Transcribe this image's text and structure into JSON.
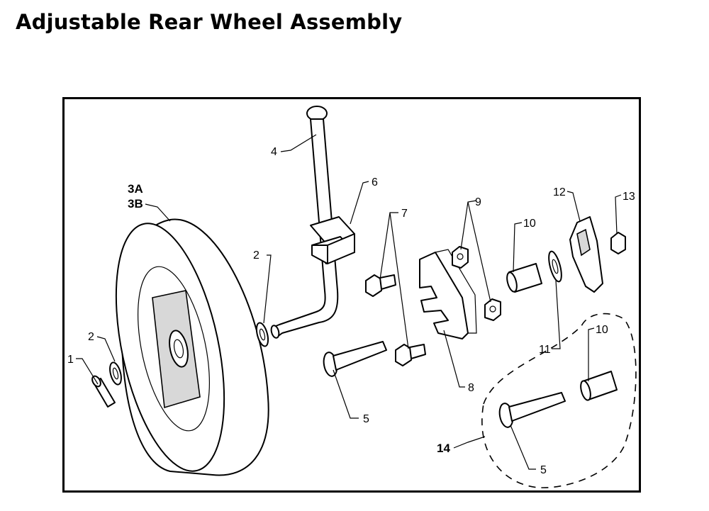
{
  "title": "Adjustable Rear Wheel Assembly",
  "callouts": {
    "p1": "1",
    "p2a": "2",
    "p2b": "2",
    "p3a": "3A",
    "p3b": "3B",
    "p4": "4",
    "p5a": "5",
    "p5b": "5",
    "p6": "6",
    "p7": "7",
    "p8": "8",
    "p9": "9",
    "p10a": "10",
    "p10b": "10",
    "p11": "11",
    "p12": "12",
    "p13": "13",
    "p14": "14"
  }
}
